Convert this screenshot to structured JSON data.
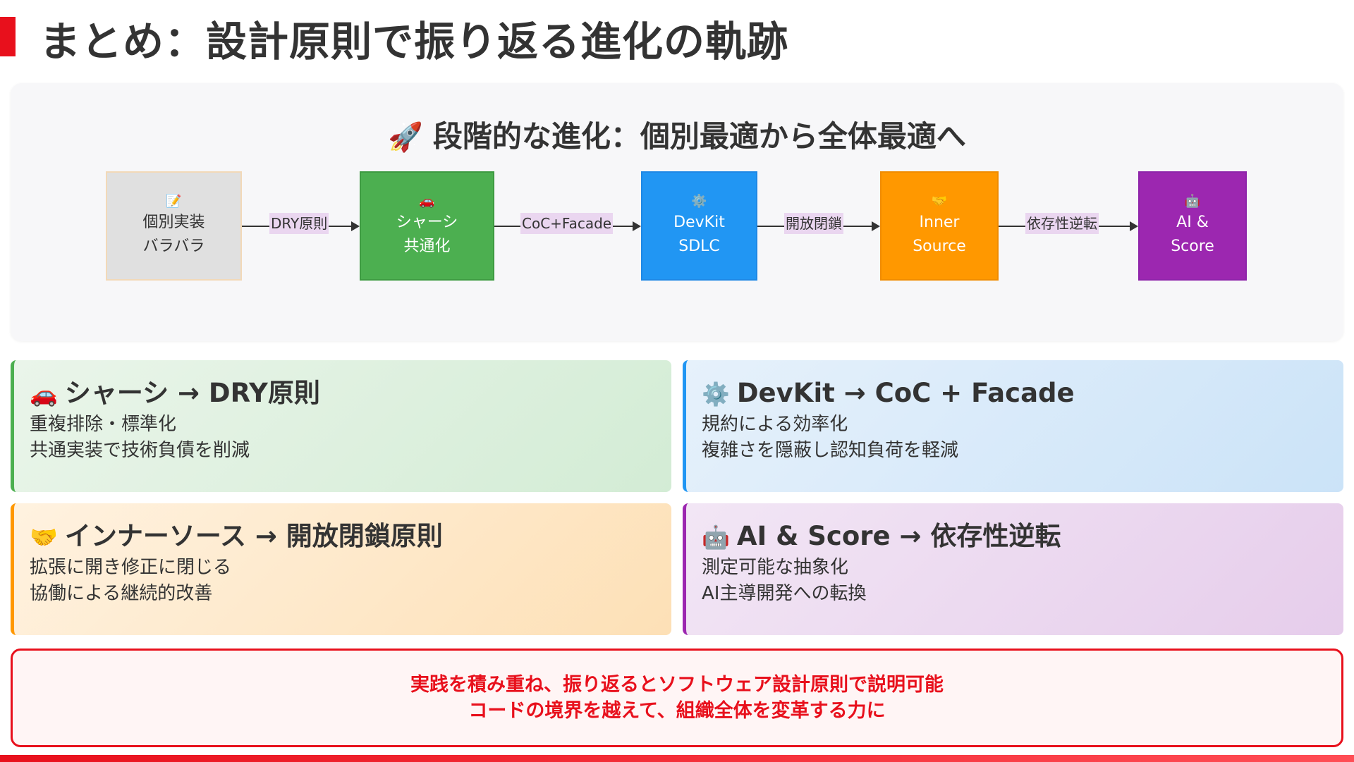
{
  "header": {
    "title": "まとめ：設計原則で振り返る進化の軌跡"
  },
  "flow": {
    "title_icon": "🚀",
    "title": "段階的な進化：個別最適から全体最適へ",
    "nodes": [
      {
        "icon": "📝",
        "line1": "個別実装",
        "line2": "バラバラ",
        "color": "#e0e0e0"
      },
      {
        "icon": "🚗",
        "line1": "シャーシ",
        "line2": "共通化",
        "color": "#4caf50"
      },
      {
        "icon": "⚙️",
        "line1": "DevKit",
        "line2": "SDLC",
        "color": "#2196f3"
      },
      {
        "icon": "🤝",
        "line1": "Inner",
        "line2": "Source",
        "color": "#ff9800"
      },
      {
        "icon": "🤖",
        "line1": "AI &",
        "line2": "Score",
        "color": "#9c27b0"
      }
    ],
    "edges": [
      "DRY原則",
      "CoC+Facade",
      "開放閉鎖",
      "依存性逆転"
    ]
  },
  "cards": [
    {
      "icon": "🚗",
      "title": "シャーシ → DRY原則",
      "line1": "重複排除・標準化",
      "line2": "共通実装で技術負債を削減",
      "accent": "#4caf50"
    },
    {
      "icon": "⚙️",
      "title": "DevKit → CoC + Facade",
      "line1": "規約による効率化",
      "line2": "複雑さを隠蔽し認知負荷を軽減",
      "accent": "#2196f3"
    },
    {
      "icon": "🤝",
      "title": "インナーソース → 開放閉鎖原則",
      "line1": "拡張に開き修正に閉じる",
      "line2": "協働による継続的改善",
      "accent": "#ff9800"
    },
    {
      "icon": "🤖",
      "title": "AI & Score → 依存性逆転",
      "line1": "測定可能な抽象化",
      "line2": "AI主導開発への転換",
      "accent": "#9c27b0"
    }
  ],
  "callout": {
    "line1": "実践を積み重ね、振り返るとソフトウェア設計原則で説明可能",
    "line2": "コードの境界を越えて、組織全体を変革する力に"
  },
  "colors": {
    "brand_red": "#e8101c"
  }
}
